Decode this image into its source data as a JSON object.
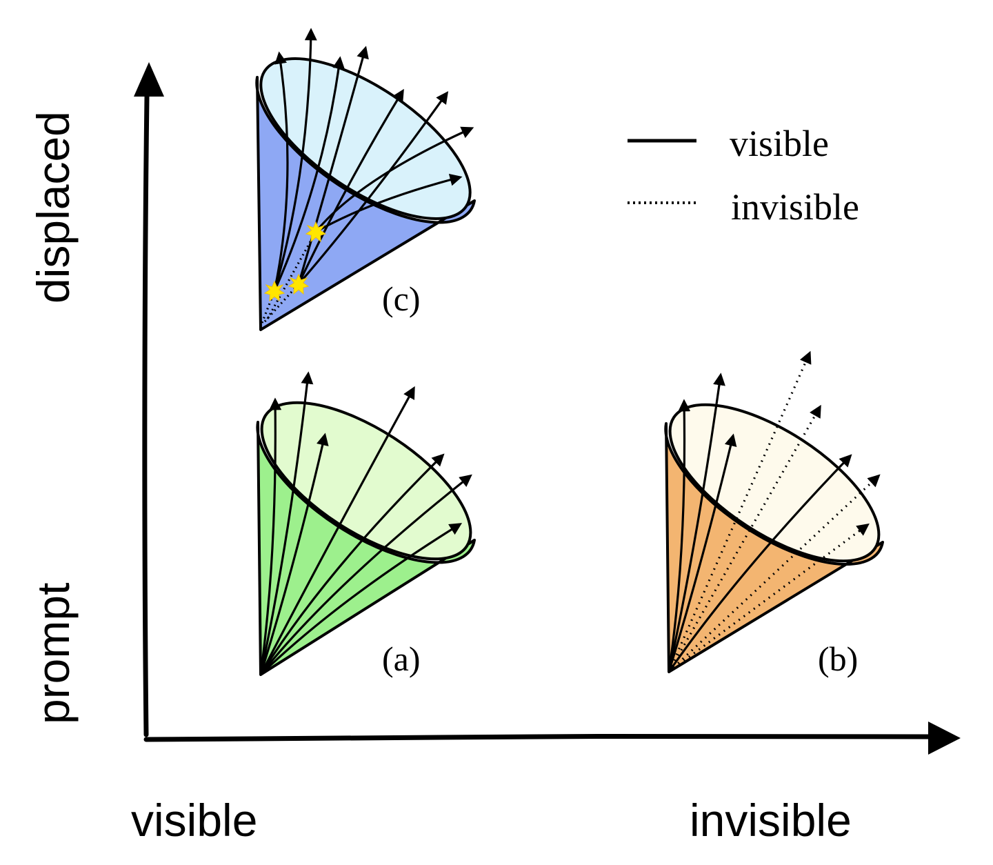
{
  "axes": {
    "y_bottom_label": "prompt",
    "y_top_label": "displaced",
    "x_left_label": "visible",
    "x_right_label": "invisible"
  },
  "legend": {
    "solid_label": "visible",
    "dotted_label": "invisible"
  },
  "panels": {
    "a": {
      "label": "(a)",
      "body_color": "#9df08d",
      "cap_color": "#e2fbcf"
    },
    "b": {
      "label": "(b)",
      "body_color": "#f3b571",
      "cap_color": "#fefaec"
    },
    "c": {
      "label": "(c)",
      "body_color": "#8ea8f4",
      "cap_color": "#d9f2fb"
    }
  },
  "colors": {
    "ink": "#000000",
    "vertex_marker": "#ffe600",
    "vertex_marker_edge": "#f2c200"
  }
}
